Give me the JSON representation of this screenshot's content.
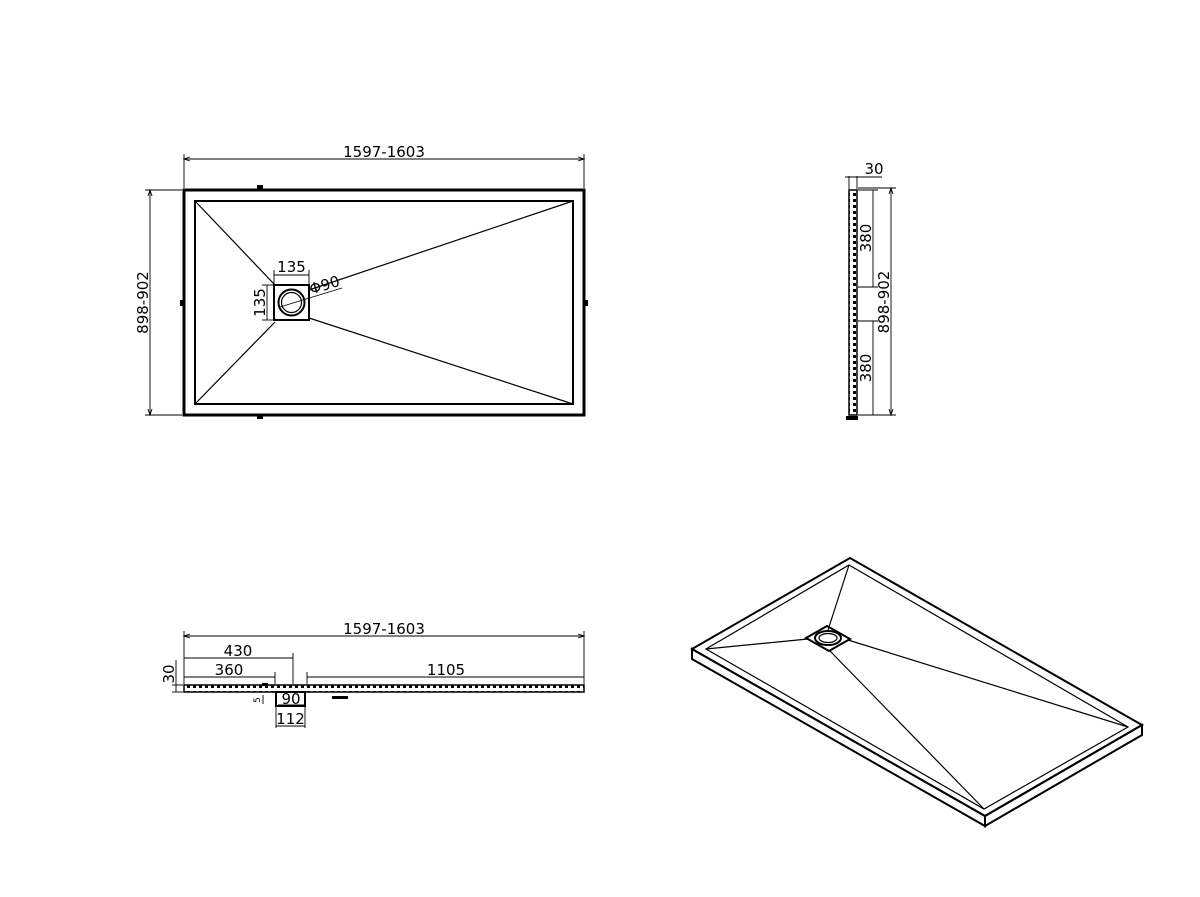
{
  "colors": {
    "line": "#000000",
    "background": "#ffffff"
  },
  "views": {
    "top": {
      "width_label": "1597-1603",
      "depth_label": "898-902",
      "drain_width_label": "135",
      "drain_height_label": "135",
      "drain_diameter_label": "Φ90"
    },
    "side": {
      "thickness_label": "30",
      "upper_label": "380",
      "lower_label": "380",
      "depth_label": "898-902"
    },
    "front": {
      "width_label": "1597-1603",
      "drain_outer_label": "430",
      "drain_inner_label": "360",
      "remaining_label": "1105",
      "height_label": "30",
      "drain_hole_label": "90",
      "drain_body_label": "112",
      "small_label": "5"
    }
  }
}
